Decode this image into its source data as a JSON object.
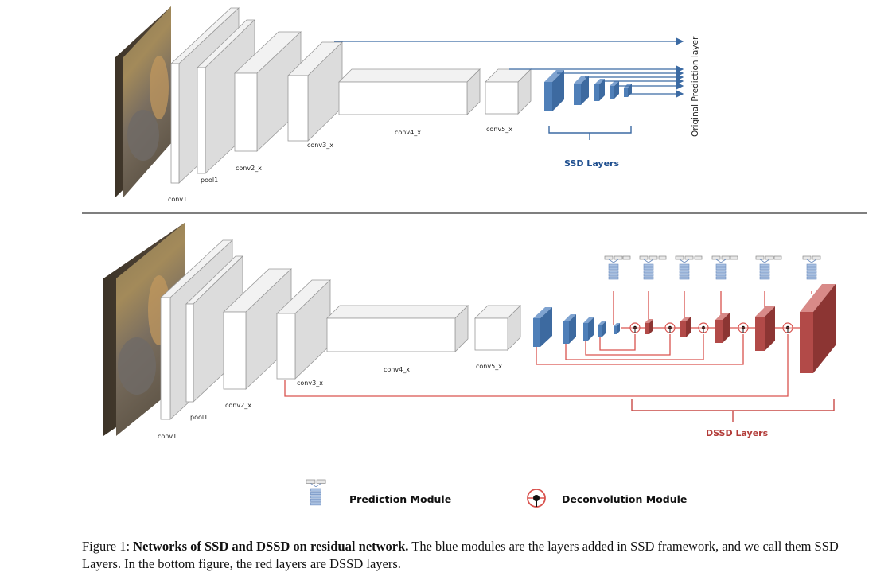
{
  "top": {
    "labels": {
      "conv1": "conv1",
      "pool1": "pool1",
      "conv2": "conv2_x",
      "conv3": "conv3_x",
      "conv4": "conv4_x",
      "conv5": "conv5_x"
    },
    "ssd_layers": "SSD Layers",
    "prediction_layer": "Original Prediction layer"
  },
  "bottom": {
    "labels": {
      "conv1": "conv1",
      "pool1": "pool1",
      "conv2": "conv2_x",
      "conv3": "conv3_x",
      "conv4": "conv4_x",
      "conv5": "conv5_x"
    },
    "dssd_layers": "DSSD Layers"
  },
  "legend": {
    "prediction_module": "Prediction Module",
    "deconvolution_module": "Deconvolution  Module"
  },
  "caption": {
    "prefix": "Figure 1: ",
    "bold": "Networks of SSD and DSSD on residual network.",
    "rest": " The blue modules are the layers added in SSD framework, and we call them SSD Layers. In the bottom figure, the red layers are DSSD layers."
  },
  "colors": {
    "ssd_blue": "#4f7fb8",
    "dssd_red": "#b24a48",
    "connector_red": "#d9534f",
    "arrow_blue": "#3b6aa3"
  }
}
